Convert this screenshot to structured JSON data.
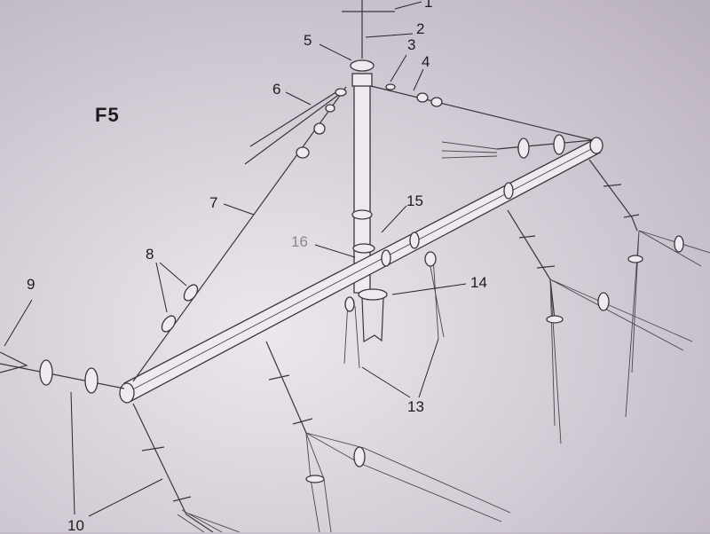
{
  "figure": {
    "label": "F5"
  },
  "callouts": [
    {
      "id": "1",
      "text": "1"
    },
    {
      "id": "2",
      "text": "2"
    },
    {
      "id": "3",
      "text": "3"
    },
    {
      "id": "4",
      "text": "4"
    },
    {
      "id": "5",
      "text": "5"
    },
    {
      "id": "6",
      "text": "6"
    },
    {
      "id": "7",
      "text": "7"
    },
    {
      "id": "8",
      "text": "8"
    },
    {
      "id": "9",
      "text": "9"
    },
    {
      "id": "10",
      "text": "10"
    },
    {
      "id": "13",
      "text": "13"
    },
    {
      "id": "14",
      "text": "14"
    },
    {
      "id": "15",
      "text": "15"
    },
    {
      "id": "16",
      "text": "16"
    }
  ]
}
